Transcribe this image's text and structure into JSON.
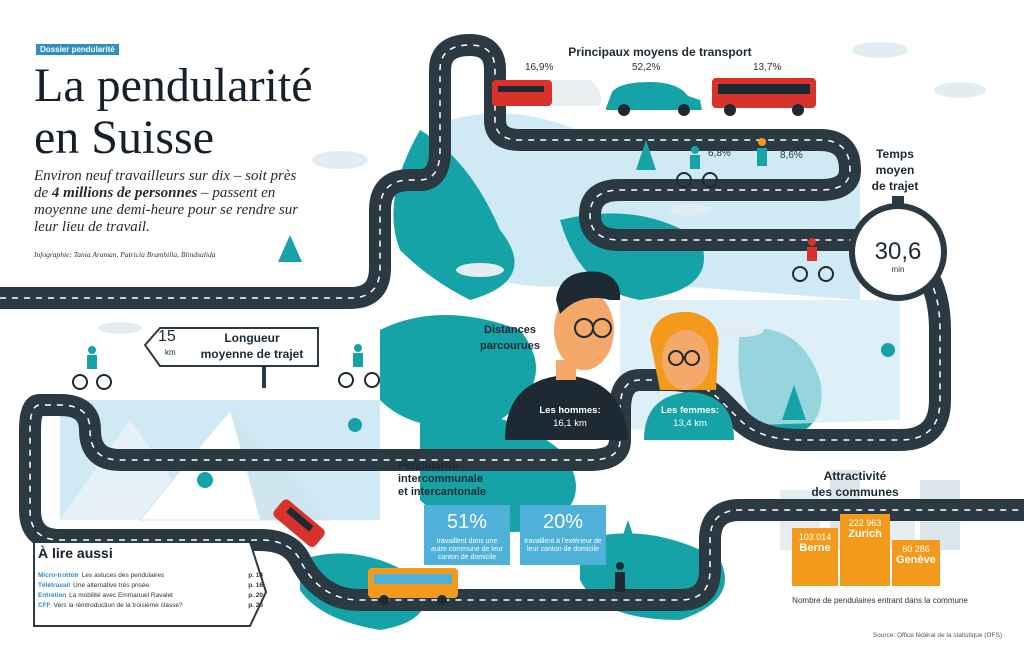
{
  "header": {
    "tag": "Dossier pendularité",
    "title_line1": "La pendularité",
    "title_line2": "en Suisse",
    "lede_part1": "Environ neuf travailleurs sur dix – soit près de ",
    "lede_bold": "4 millions de personnes",
    "lede_part2": " – passent en moyenne une demi-heure pour se rendre sur leur lieu de travail.",
    "credit": "Infographie: Tania Araman, Patricia Brambilla, Blindsalida"
  },
  "transport": {
    "heading": "Principaux moyens de transport",
    "train_pct": "16,9%",
    "car_pct": "52,2%",
    "bus_pct": "13,7%",
    "bike_pct": "6,8%",
    "walk_pct": "8,6%"
  },
  "travel_time": {
    "heading_line1": "Temps",
    "heading_line2": "moyen",
    "heading_line3": "de trajet",
    "value": "30,6",
    "unit": "min"
  },
  "length": {
    "value": "15",
    "unit": "km",
    "label_line1": "Longueur",
    "label_line2": "moyenne de trajet"
  },
  "distances": {
    "heading_line1": "Distances",
    "heading_line2": "parcourues",
    "men_label": "Les hommes:",
    "men_value": "16,1 km",
    "women_label": "Les femmes:",
    "women_value": "13,4 km"
  },
  "intercommunal": {
    "heading_line1": "Pendularité",
    "heading_line2": "intercommunale",
    "heading_line3": "et intercantonale",
    "box1_pct": "51%",
    "box1_text": "travaillent dans une autre commune de leur canton de domicile",
    "box2_pct": "20%",
    "box2_text": "travaillent à l'extérieur de leur canton de domicile"
  },
  "attractivity": {
    "heading_line1": "Attractivité",
    "heading_line2": "des communes",
    "cities": [
      {
        "value": "103 014",
        "name": "Berne"
      },
      {
        "value": "222 963",
        "name": "Zurich"
      },
      {
        "value": "60 286",
        "name": "Genève"
      }
    ],
    "caption": "Nombre de pendulaires entrant dans la commune"
  },
  "a_lire": {
    "heading": "À lire aussi",
    "items": [
      {
        "key": "Micro-trottoir",
        "desc": "Les astuces des pendulaires",
        "page": "p. 14"
      },
      {
        "key": "Télétravail",
        "desc": "Une alternative très prisée.",
        "page": "p. 16"
      },
      {
        "key": "Entretien",
        "desc": "La mobilité avec Emmanuel Ravalet",
        "page": "p. 20"
      },
      {
        "key": "CFF",
        "desc": "Vers la réintroduction de la troisième classe?",
        "page": "p. 26"
      }
    ]
  },
  "source": "Source: Office fédéral de la statistique (OFS)",
  "colors": {
    "road": "#2b3942",
    "teal": "#16a3a7",
    "sky": "#bfe3f1",
    "orange": "#f39a1c",
    "red": "#d9322b",
    "blue": "#4fb1d8"
  }
}
